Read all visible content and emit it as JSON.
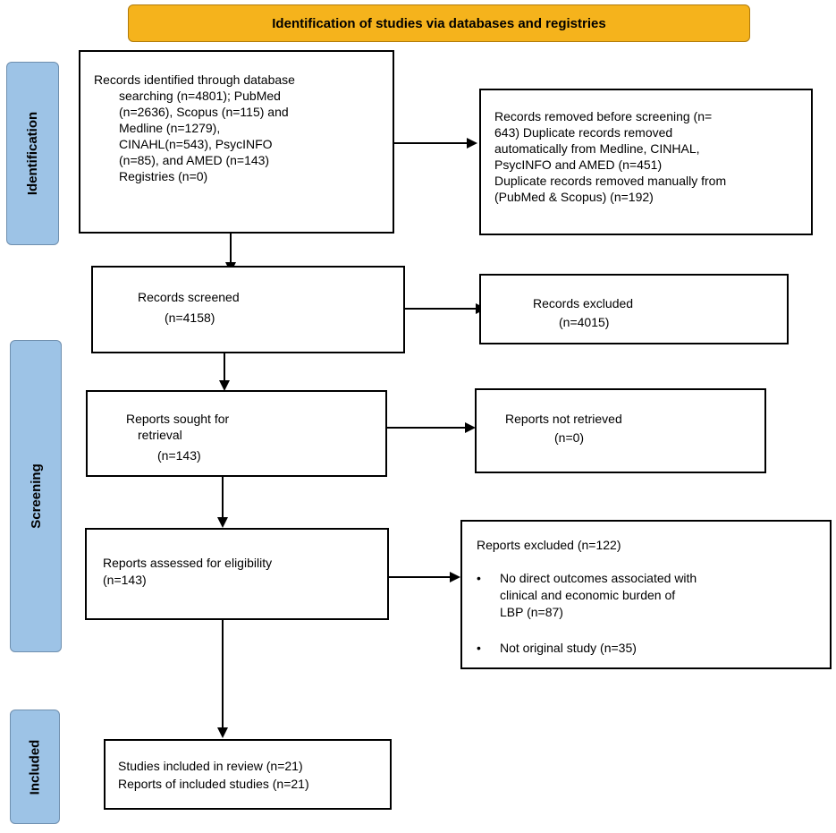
{
  "header": {
    "title": "Identification of studies via databases and registries"
  },
  "phases": {
    "identification": "Identification",
    "screening": "Screening",
    "included": "Included"
  },
  "boxes": {
    "records_identified": {
      "line1": "Records identified through database",
      "lines": [
        "searching (n=4801); PubMed",
        "(n=2636), Scopus (n=115) and",
        "Medline (n=1279),",
        "CINAHL(n=543), PsycINFO",
        "(n=85), and AMED (n=143)",
        "Registries (n=0)"
      ]
    },
    "records_removed": {
      "lines": [
        "Records removed before screening (n=",
        "643) Duplicate records removed",
        "automatically from Medline, CINHAL,",
        "PsycINFO and AMED (n=451)",
        "Duplicate records removed manually from",
        "(PubMed & Scopus) (n=192)"
      ]
    },
    "records_screened": {
      "label": "Records screened",
      "count": "(n=4158)"
    },
    "records_excluded": {
      "label": "Records excluded",
      "count": "(n=4015)"
    },
    "reports_sought": {
      "label1": "Reports sought for",
      "label2": "retrieval",
      "count": "(n=143)"
    },
    "reports_not_retrieved": {
      "label": "Reports not retrieved",
      "count": "(n=0)"
    },
    "reports_assessed": {
      "label": "Reports assessed for eligibility",
      "count": "(n=143)"
    },
    "reports_excluded": {
      "title": "Reports excluded (n=122)",
      "bullets": [
        {
          "lines": [
            "No direct outcomes associated with",
            "clinical and economic burden of",
            "LBP (n=87)"
          ]
        },
        {
          "lines": [
            "Not original study (n=35)"
          ]
        }
      ],
      "bullet_char": "•"
    },
    "studies_included": {
      "line1": "Studies included in review (n=21)",
      "line2": "Reports of included studies (n=21)"
    }
  },
  "colors": {
    "header_fill": "#f5b31c",
    "phase_fill": "#9dc3e6",
    "border": "#000000"
  }
}
